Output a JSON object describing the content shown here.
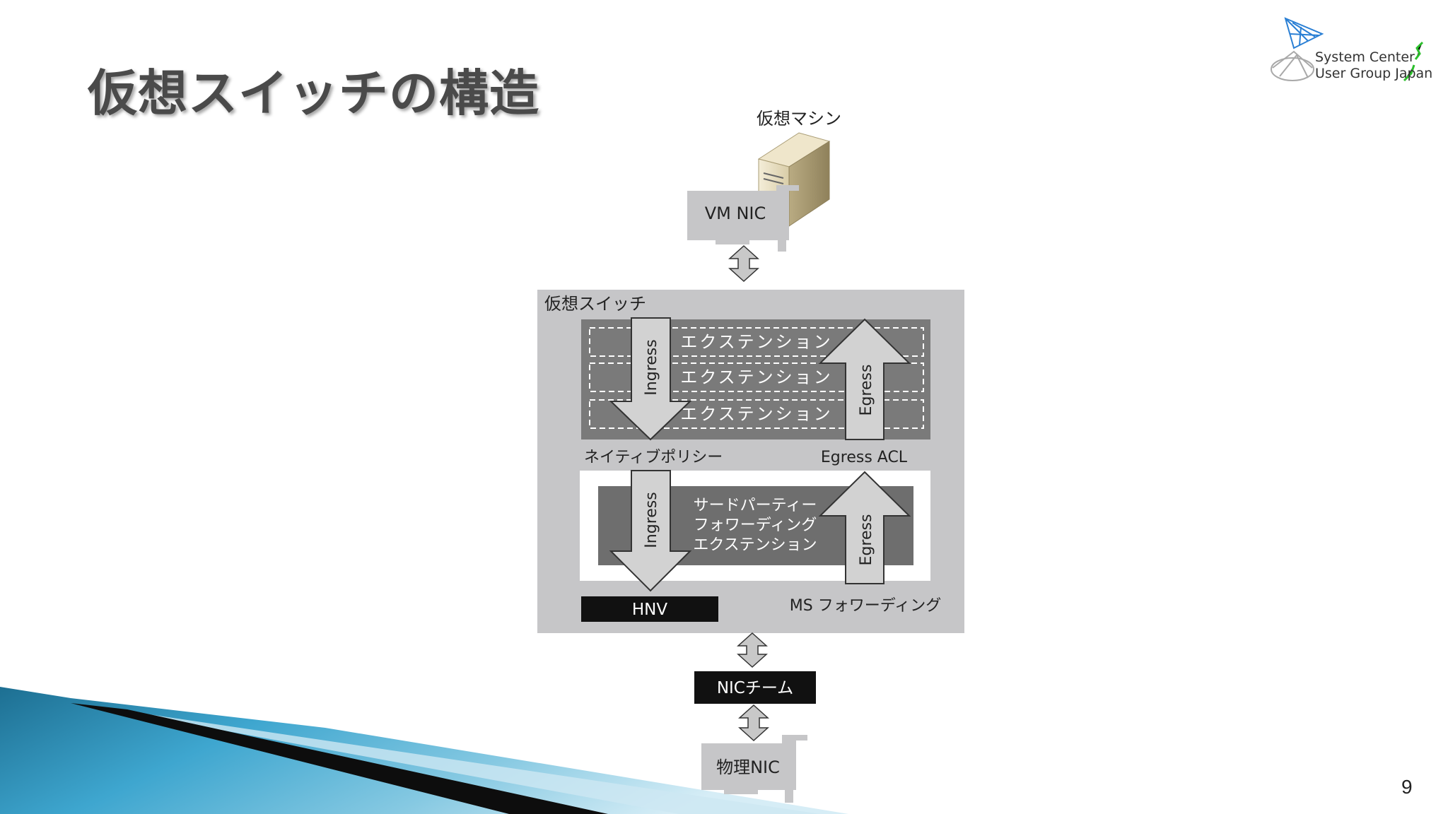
{
  "slide": {
    "title": "仮想スイッチの構造",
    "page_number": "9"
  },
  "logo": {
    "line1": "System Center",
    "line2": "User Group Japan"
  },
  "diagram": {
    "vm_label": "仮想マシン",
    "vm_nic": "VM NIC",
    "vswitch_label": "仮想スイッチ",
    "extensions": [
      "エクステンション",
      "エクステンション",
      "エクステンション"
    ],
    "ingress": "Ingress",
    "egress": "Egress",
    "native_policy": "ネイティブポリシー",
    "egress_acl": "Egress ACL",
    "third_party": [
      "サードパーティー",
      "フォワーディング",
      "エクステンション"
    ],
    "hnv": "HNV",
    "ms_forwarding": "MS フォワーディング",
    "nic_team": "NICチーム",
    "physical_nic": "物理NIC"
  },
  "colors": {
    "title": "#4a4a4a",
    "vswitch_bg": "#c6c6c8",
    "ext_bg": "#7a7a7a",
    "fwd_bg": "#6e6e6e",
    "arrow_fill": "#d2d2d2",
    "black_box": "#111111",
    "band_dark": "#111111",
    "band_blue": "#2f8fb5"
  }
}
